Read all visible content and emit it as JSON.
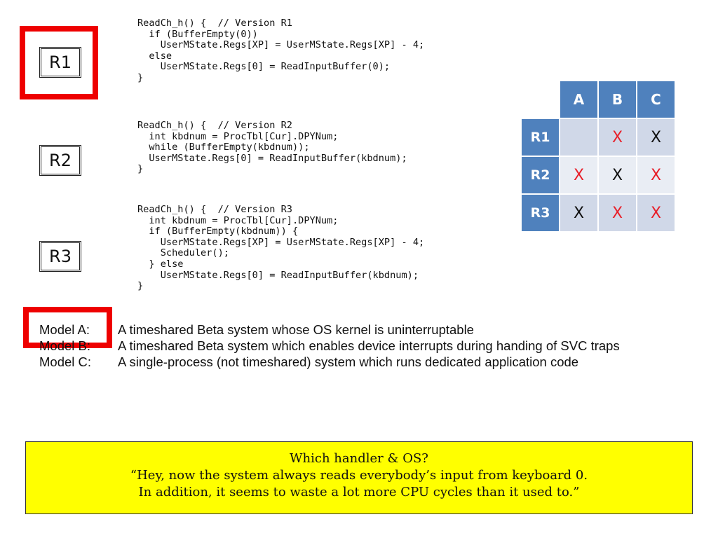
{
  "handlers": [
    {
      "label": "R1",
      "code": "ReadCh_h() {  // Version R1\n  if (BufferEmpty(0))\n    UserMState.Regs[XP] = UserMState.Regs[XP] - 4;\n  else\n    UserMState.Regs[0] = ReadInputBuffer(0);\n}"
    },
    {
      "label": "R2",
      "code": "ReadCh_h() {  // Version R2\n  int kbdnum = ProcTbl[Cur].DPYNum;\n  while (BufferEmpty(kbdnum));\n  UserMState.Regs[0] = ReadInputBuffer(kbdnum);\n}"
    },
    {
      "label": "R3",
      "code": "ReadCh_h() {  // Version R3\n  int kbdnum = ProcTbl[Cur].DPYNum;\n  if (BufferEmpty(kbdnum)) {\n    UserMState.Regs[XP] = UserMState.Regs[XP] - 4;\n    Scheduler();\n  } else\n    UserMState.Regs[0] = ReadInputBuffer(kbdnum);\n}"
    }
  ],
  "table": {
    "columns": [
      "A",
      "B",
      "C"
    ],
    "rows": [
      {
        "label": "R1",
        "cells": [
          "",
          "X",
          "X"
        ]
      },
      {
        "label": "R2",
        "cells": [
          "X",
          "X",
          "X"
        ]
      },
      {
        "label": "R3",
        "cells": [
          "X",
          "X",
          "X"
        ]
      }
    ],
    "colors": {
      "red": "#e8202a",
      "black": "#111111",
      "header": "#4f81bd"
    }
  },
  "models": [
    {
      "name": "Model A:",
      "desc": "A timeshared Beta system whose OS kernel is uninterruptable"
    },
    {
      "name": "Model B:",
      "desc": "A timeshared Beta system which enables device interrupts during handing of SVC traps"
    },
    {
      "name": "Model C:",
      "desc": "A single-process (not timeshared) system which runs dedicated application code"
    }
  ],
  "callout": {
    "question": "Which handler & OS?",
    "line1": "“Hey, now the system always reads everybody’s input from keyboard 0.",
    "line2": "In addition, it seems to waste a lot more CPU cycles than it used to.”"
  }
}
